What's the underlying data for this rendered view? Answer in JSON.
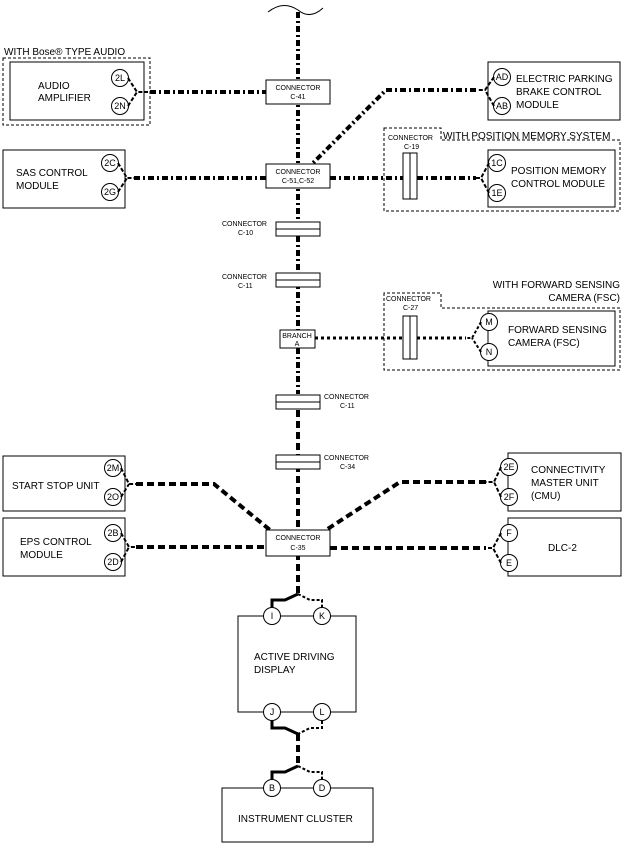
{
  "groups": {
    "bose": "WITH Bose® TYPE AUDIO",
    "pos_mem": "WITH POSITION MEMORY SYSTEM",
    "fsc_1": "WITH FORWARD SENSING",
    "fsc_2": "CAMERA (FSC)"
  },
  "modules": {
    "audio_amp": [
      "AUDIO",
      "AMPLIFIER"
    ],
    "epb": [
      "ELECTRIC PARKING",
      "BRAKE CONTROL",
      "MODULE"
    ],
    "sas": [
      "SAS CONTROL",
      "MODULE"
    ],
    "pos_mem": [
      "POSITION MEMORY",
      "CONTROL MODULE"
    ],
    "fsc": [
      "FORWARD SENSING",
      "CAMERA (FSC)"
    ],
    "start_stop": [
      "START STOP UNIT"
    ],
    "cmu": [
      "CONNECTIVITY",
      "MASTER UNIT",
      "(CMU)"
    ],
    "eps": [
      "EPS CONTROL",
      "MODULE"
    ],
    "dlc": [
      "DLC-2"
    ],
    "add": [
      "ACTIVE DRIVING",
      "DISPLAY"
    ],
    "cluster": [
      "INSTRUMENT CLUSTER"
    ]
  },
  "connectors": {
    "c41": [
      "CONNECTOR",
      "C-41"
    ],
    "c51": [
      "CONNECTOR",
      "C-51,C-52"
    ],
    "c19": [
      "CONNECTOR",
      "C-19"
    ],
    "c10": [
      "CONNECTOR",
      "C-10"
    ],
    "c11a": [
      "CONNECTOR",
      "C-11"
    ],
    "c27": [
      "CONNECTOR",
      "C-27"
    ],
    "branch": [
      "BRANCH",
      "A"
    ],
    "c11b": [
      "CONNECTOR",
      "C-11"
    ],
    "c34": [
      "CONNECTOR",
      "C-34"
    ],
    "c35": [
      "CONNECTOR",
      "C-35"
    ]
  },
  "pins": {
    "audio_hi": "2L",
    "audio_lo": "2N",
    "epb_hi": "AD",
    "epb_lo": "AB",
    "sas_hi": "2C",
    "sas_lo": "2G",
    "pm_hi": "1C",
    "pm_lo": "1E",
    "fsc_hi": "M",
    "fsc_lo": "N",
    "ss_hi": "2M",
    "ss_lo": "2O",
    "cmu_hi": "2E",
    "cmu_lo": "2F",
    "eps_hi": "2B",
    "eps_lo": "2D",
    "dlc_hi": "F",
    "dlc_lo": "E",
    "add_i": "I",
    "add_k": "K",
    "add_j": "J",
    "add_l": "L",
    "ic_b": "B",
    "ic_d": "D"
  }
}
